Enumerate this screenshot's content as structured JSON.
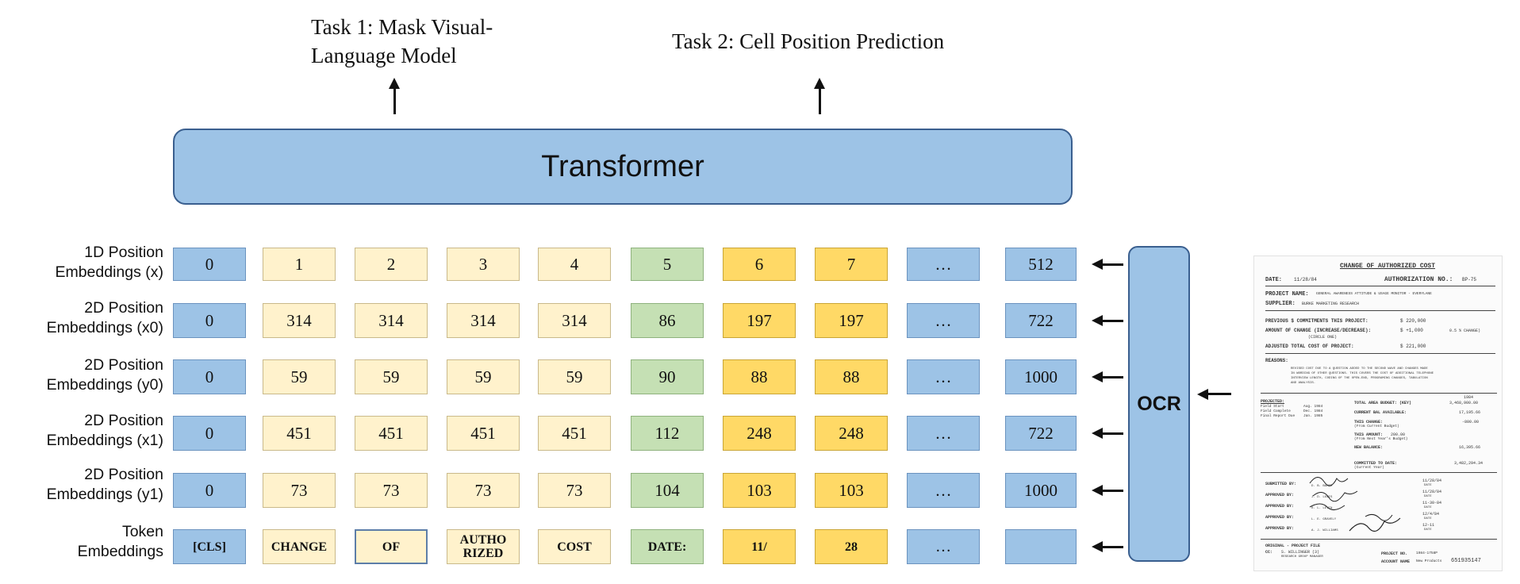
{
  "tasks": {
    "task1": [
      "Task 1: Mask Visual-",
      "Language Model"
    ],
    "task2": "Task 2: Cell Position Prediction"
  },
  "transformer_label": "Transformer",
  "ocr_label": "OCR",
  "colors": {
    "transformer": "#9dc3e6",
    "blue_cell": "#9dc3e6",
    "cream_cell": "#fff2cc",
    "green_cell": "#c5e0b4",
    "gold_cell": "#ffd966"
  },
  "rows": [
    {
      "label": [
        "1D Position",
        "Embeddings (x)"
      ],
      "values": [
        "0",
        "1",
        "2",
        "3",
        "4",
        "5",
        "6",
        "7",
        "…",
        "512"
      ]
    },
    {
      "label": [
        "2D Position",
        "Embeddings (x0)"
      ],
      "values": [
        "0",
        "314",
        "314",
        "314",
        "314",
        "86",
        "197",
        "197",
        "…",
        "722"
      ]
    },
    {
      "label": [
        "2D Position",
        "Embeddings (y0)"
      ],
      "values": [
        "0",
        "59",
        "59",
        "59",
        "59",
        "90",
        "88",
        "88",
        "…",
        "1000"
      ]
    },
    {
      "label": [
        "2D Position",
        "Embeddings (x1)"
      ],
      "values": [
        "0",
        "451",
        "451",
        "451",
        "451",
        "112",
        "248",
        "248",
        "…",
        "722"
      ]
    },
    {
      "label": [
        "2D Position",
        "Embeddings (y1)"
      ],
      "values": [
        "0",
        "73",
        "73",
        "73",
        "73",
        "104",
        "103",
        "103",
        "…",
        "1000"
      ]
    },
    {
      "label": [
        "Token",
        "Embeddings"
      ],
      "values": [
        "[CLS]",
        "CHANGE",
        "OF",
        "AUTHO\nRIZED",
        "COST",
        "DATE:",
        "11/",
        "28",
        "…",
        ""
      ]
    }
  ],
  "document": {
    "title": "CHANGE OF AUTHORIZED COST",
    "date_label": "DATE:",
    "date_value": "11/28/84",
    "auth_label": "AUTHORIZATION NO.:",
    "auth_value": "BP-75",
    "project_name_label": "PROJECT NAME:",
    "project_name_value": "GENERAL AWARENESS ATTITUDE & USAGE MONITOR - EVERYLANE",
    "supplier_label": "SUPPLIER:",
    "supplier_value": "BURKE MARKETING RESEARCH",
    "prev_label": "PREVIOUS $ COMMITMENTS THIS PROJECT:",
    "prev_value": "$ 220,000",
    "amount_label": "AMOUNT OF CHANGE (INCREASE/DECREASE):",
    "amount_value": "$ +1,000",
    "amount_note": "(CIRCLE ONE)",
    "pct_value": "0.5 % CHANGE)",
    "adjusted_label": "ADJUSTED TOTAL COST OF PROJECT:",
    "adjusted_value": "$ 221,000",
    "reasons_label": "REASONS:",
    "reasons_lines": [
      "REVISED COST DUE TO A QUESTION ADDED TO THE SECOND WAVE AND CHANGES MADE",
      "IN WORDING OF OTHER QUESTIONS. THIS COVERS THE COST OF ADDITIONAL TELEPHONE",
      "INTERVIEW LENGTH, CODING OF THE OPEN-END, PROGRAMING CHANGES, TABULATION",
      "AND ANALYSIS."
    ],
    "projected_label": "PROJECTED:",
    "field_start": "Field Start",
    "field_start_date": "Aug. 1984",
    "field_complete": "Field Complete",
    "field_complete_date": "Dec. 1984",
    "final_report": "Final Report Due",
    "final_report_date": "Jan. 1985",
    "total_area_label": "TOTAL AREA BUDGET: (KEY)",
    "year": "1984",
    "total_area_value": "3,468,900.00",
    "current_bal_label": "CURRENT BAL AVAILABLE:",
    "current_bal_value": "17,195.66",
    "this_change_label": "THIS CHANGE:",
    "this_change_value": "-800.00",
    "from_current": "(From Current Budget)",
    "this_amount_label": "THIS AMOUNT:",
    "this_amount_value": "200.00",
    "from_next": "(From Next Year's Budget)",
    "new_balance_label": "NEW BALANCE:",
    "new_balance_value": "16,395.66",
    "committed_label": "COMMITTED TO DATE:",
    "committed_value": "3,482,294.34",
    "current_year": "(Current Year)",
    "submitted_label": "SUBMITTED BY:",
    "approved_label": "APPROVED BY:",
    "date_word": "DATE",
    "sign_names": [
      "D. B. BAKER",
      "J. D. LEWIS",
      "R. L. LEVIN",
      "L. E. GRAVELY",
      "A. J. WILLIAMS"
    ],
    "sign_dates": [
      "11/28/84",
      "11/28/84",
      "11-30-84",
      "12/4/84",
      "12-11"
    ],
    "original_label": "ORIGINAL - PROJECT FILE",
    "cc_label": "CC:",
    "cc_value": "S. WILLINGER (3)",
    "cc_title": "RESEARCH GROUP MANAGER",
    "project_no_label": "PROJECT NO.",
    "project_no_value": "1984-1758P",
    "account_label": "ACCOUNT NAME",
    "account_value": "New Products",
    "doc_number": "651935147"
  }
}
